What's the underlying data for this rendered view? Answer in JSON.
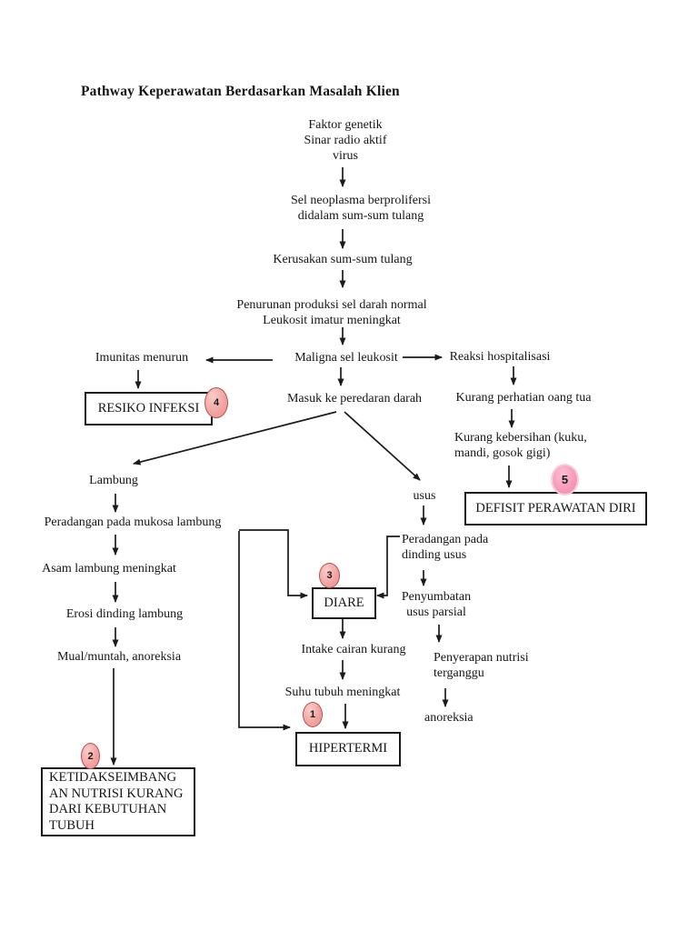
{
  "page": {
    "title": "Pathway Keperawatan Berdasarkan Masalah Klien"
  },
  "flow": {
    "faktor_genetik": "Faktor genetik\nSinar radio aktif\nvirus",
    "sel_neoplasma": "Sel neoplasma berprolifersi\ndidalam sum-sum tulang",
    "kerusakan": "Kerusakan sum-sum tulang",
    "penurunan": "Penurunan produksi sel darah normal\nLeukosit imatur meningkat",
    "imunitas": "Imunitas menurun",
    "maligna": "Maligna sel leukosit",
    "reaksi": "Reaksi hospitalisasi",
    "masuk": "Masuk ke peredaran darah",
    "kurang_perhatian": "Kurang perhatian oang tua",
    "kurang_kebersihan": "Kurang kebersihan (kuku,\nmandi, gosok gigi)",
    "lambung": "Lambung",
    "peradangan_mukosa": "Peradangan pada mukosa lambung",
    "asam_lambung": "Asam lambung meningkat",
    "erosi": "Erosi dinding lambung",
    "mual_muntah": "Mual/muntah, anoreksia",
    "usus": "usus",
    "peradangan_usus": "Peradangan pada\ndinding usus",
    "penyumbatan": "Penyumbatan\nusus parsial",
    "penyerapan": "Penyerapan nutrisi\nterganggu",
    "anoreksia": "anoreksia",
    "intake_cairan": "Intake cairan kurang",
    "suhu_tubuh": "Suhu tubuh meningkat"
  },
  "boxes": {
    "resiko_infeksi": "RESIKO INFEKSI",
    "defisit_perawatan": "DEFISIT PERAWATAN DIRI",
    "diare": "DIARE",
    "hipertermi": "HIPERTERMI",
    "ketidakseimbangan": "KETIDAKSEIMBANG\nAN NUTRISI KURANG\nDARI KEBUTUHAN\nTUBUH"
  },
  "badges": {
    "n1": "1",
    "n2": "2",
    "n3": "3",
    "n4": "4",
    "n5": "5"
  },
  "colors": {
    "badge_salmon_fill": "#f1a2a0",
    "badge_salmon_border": "#b3524d",
    "badge_pink_fill": "#f795b8",
    "badge_pink_border": "#f9cdd9",
    "line": "#1b1b1b",
    "paper": "#ffffff"
  }
}
